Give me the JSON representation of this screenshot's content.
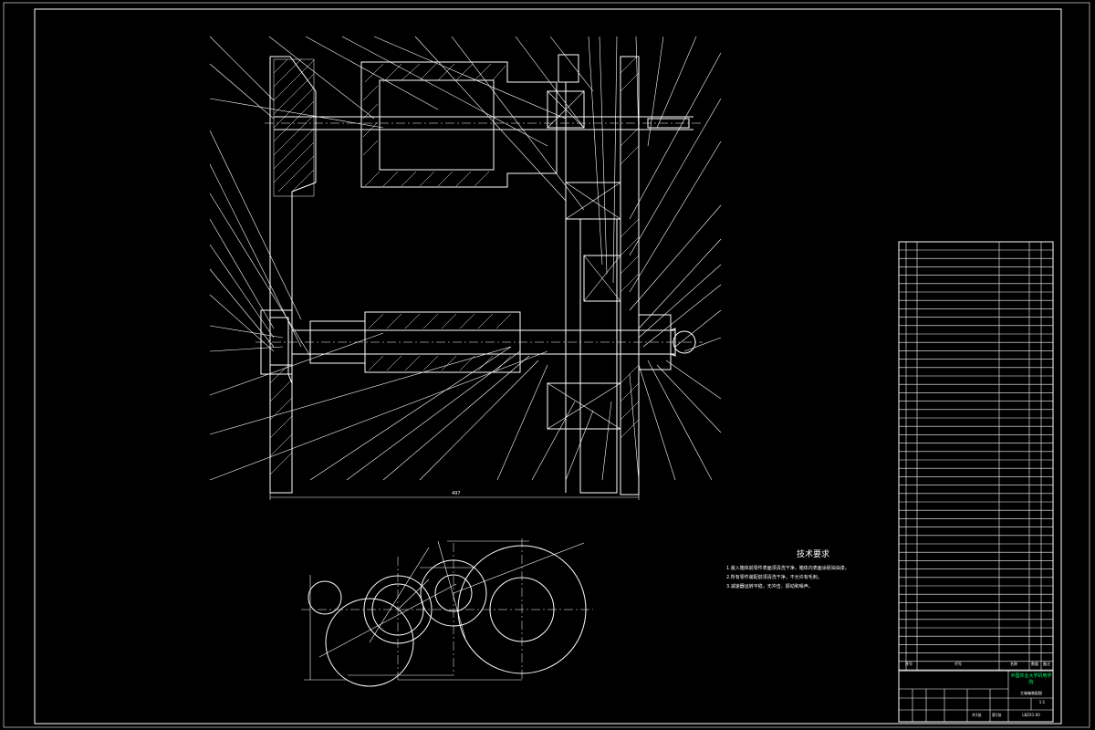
{
  "drawing": {
    "tech_requirements_title": "技术要求",
    "tech_requirements": [
      "1.装入箱体前零件表面须清洗干净，箱体内表面涂耐油油漆。",
      "2.所有零件装配前须清洗干净，不允许有毛刺。",
      "3.减速器运转平稳，无冲击、振动和噪声。"
    ],
    "title_block": {
      "school": "中国农业大学机电学院",
      "title": "主轴箱装配图",
      "code": "LBZX1-00",
      "scale": "1:1",
      "sheet": "共1张",
      "sheet_no": "第1张"
    },
    "bom_headers": [
      "序号",
      "代号",
      "名称",
      "数量",
      "备注"
    ]
  }
}
